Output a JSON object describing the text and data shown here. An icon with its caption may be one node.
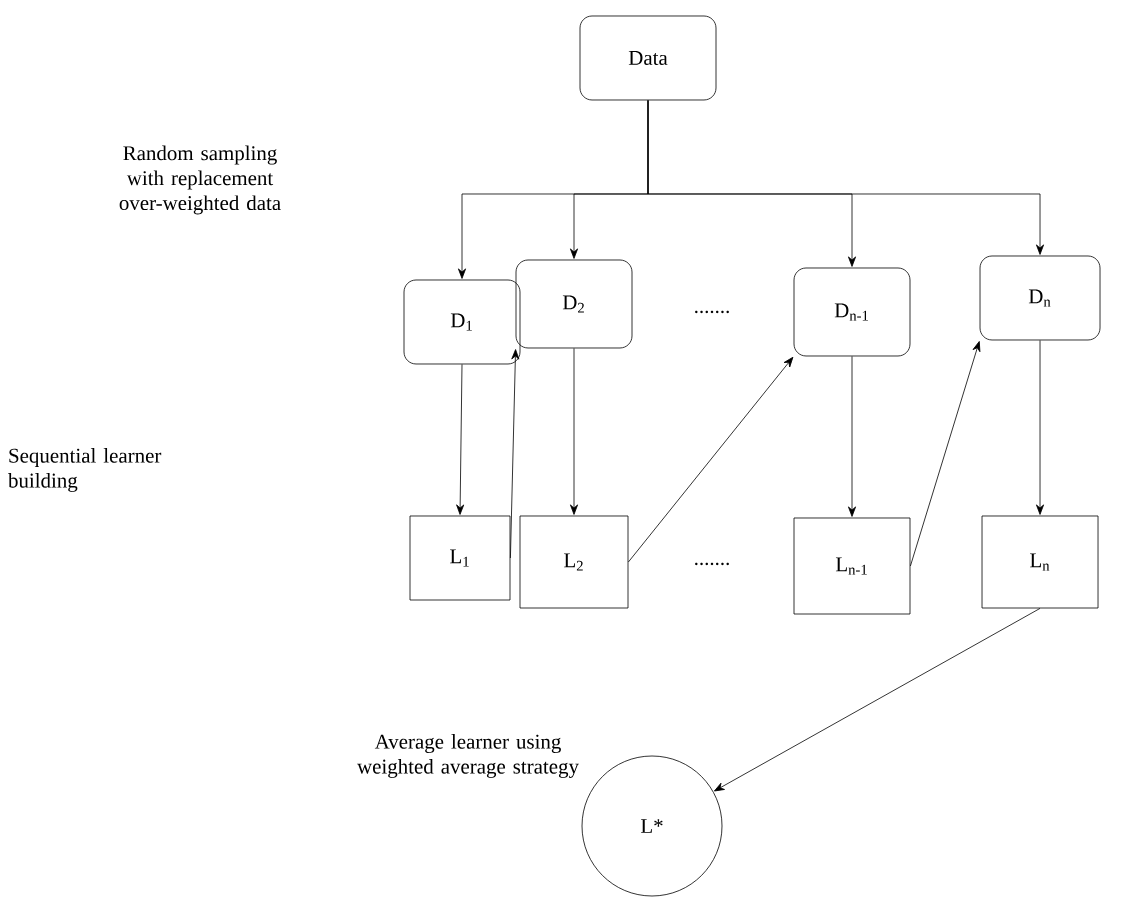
{
  "diagram": {
    "nodes": [
      {
        "text": [
          "Data"
        ]
      },
      {
        "text": [
          "D$_{1}$"
        ]
      },
      {
        "text": [
          "D$_{2}$"
        ]
      },
      {
        "text": [
          "D$_{n-1}$"
        ]
      },
      {
        "text": [
          "D$_{n}$"
        ]
      },
      {
        "text": [
          "L$_{1}$"
        ]
      },
      {
        "text": [
          "L$_{2}$"
        ]
      },
      {
        "text": [
          "L$_{n-1}$"
        ]
      },
      {
        "text": [
          "L$_{n}$"
        ]
      },
      {
        "text": [
          "L*"
        ],
        "beside": [
          "Average learner using weighted average strategy"
        ]
      }
    ],
    "edges": [
      {
        "from": 0,
        "to": 1,
        "arrow": "to"
      },
      {
        "from": 0,
        "to": 2,
        "arrow": "to"
      },
      {
        "from": 0,
        "to": 3,
        "arrow": "to"
      },
      {
        "from": 0,
        "to": 4,
        "arrow": "to"
      },
      {
        "from": 1,
        "to": 5,
        "arrow": "to"
      },
      {
        "from": 2,
        "to": 6,
        "arrow": "to"
      },
      {
        "from": 3,
        "to": 7,
        "arrow": "to"
      },
      {
        "from": 4,
        "to": 8,
        "arrow": "to"
      },
      {
        "from": 5,
        "to": 2,
        "arrow": "to"
      },
      {
        "from": 6,
        "to": 3,
        "arrow": "to"
      },
      {
        "from": 7,
        "to": 4,
        "arrow": "to"
      },
      {
        "from": 8,
        "to": 9,
        "arrow": "to"
      }
    ],
    "labels": [
      "Random sampling with replacement over-weighted data",
      ".......",
      "Sequential learner building",
      "......."
    ]
  }
}
